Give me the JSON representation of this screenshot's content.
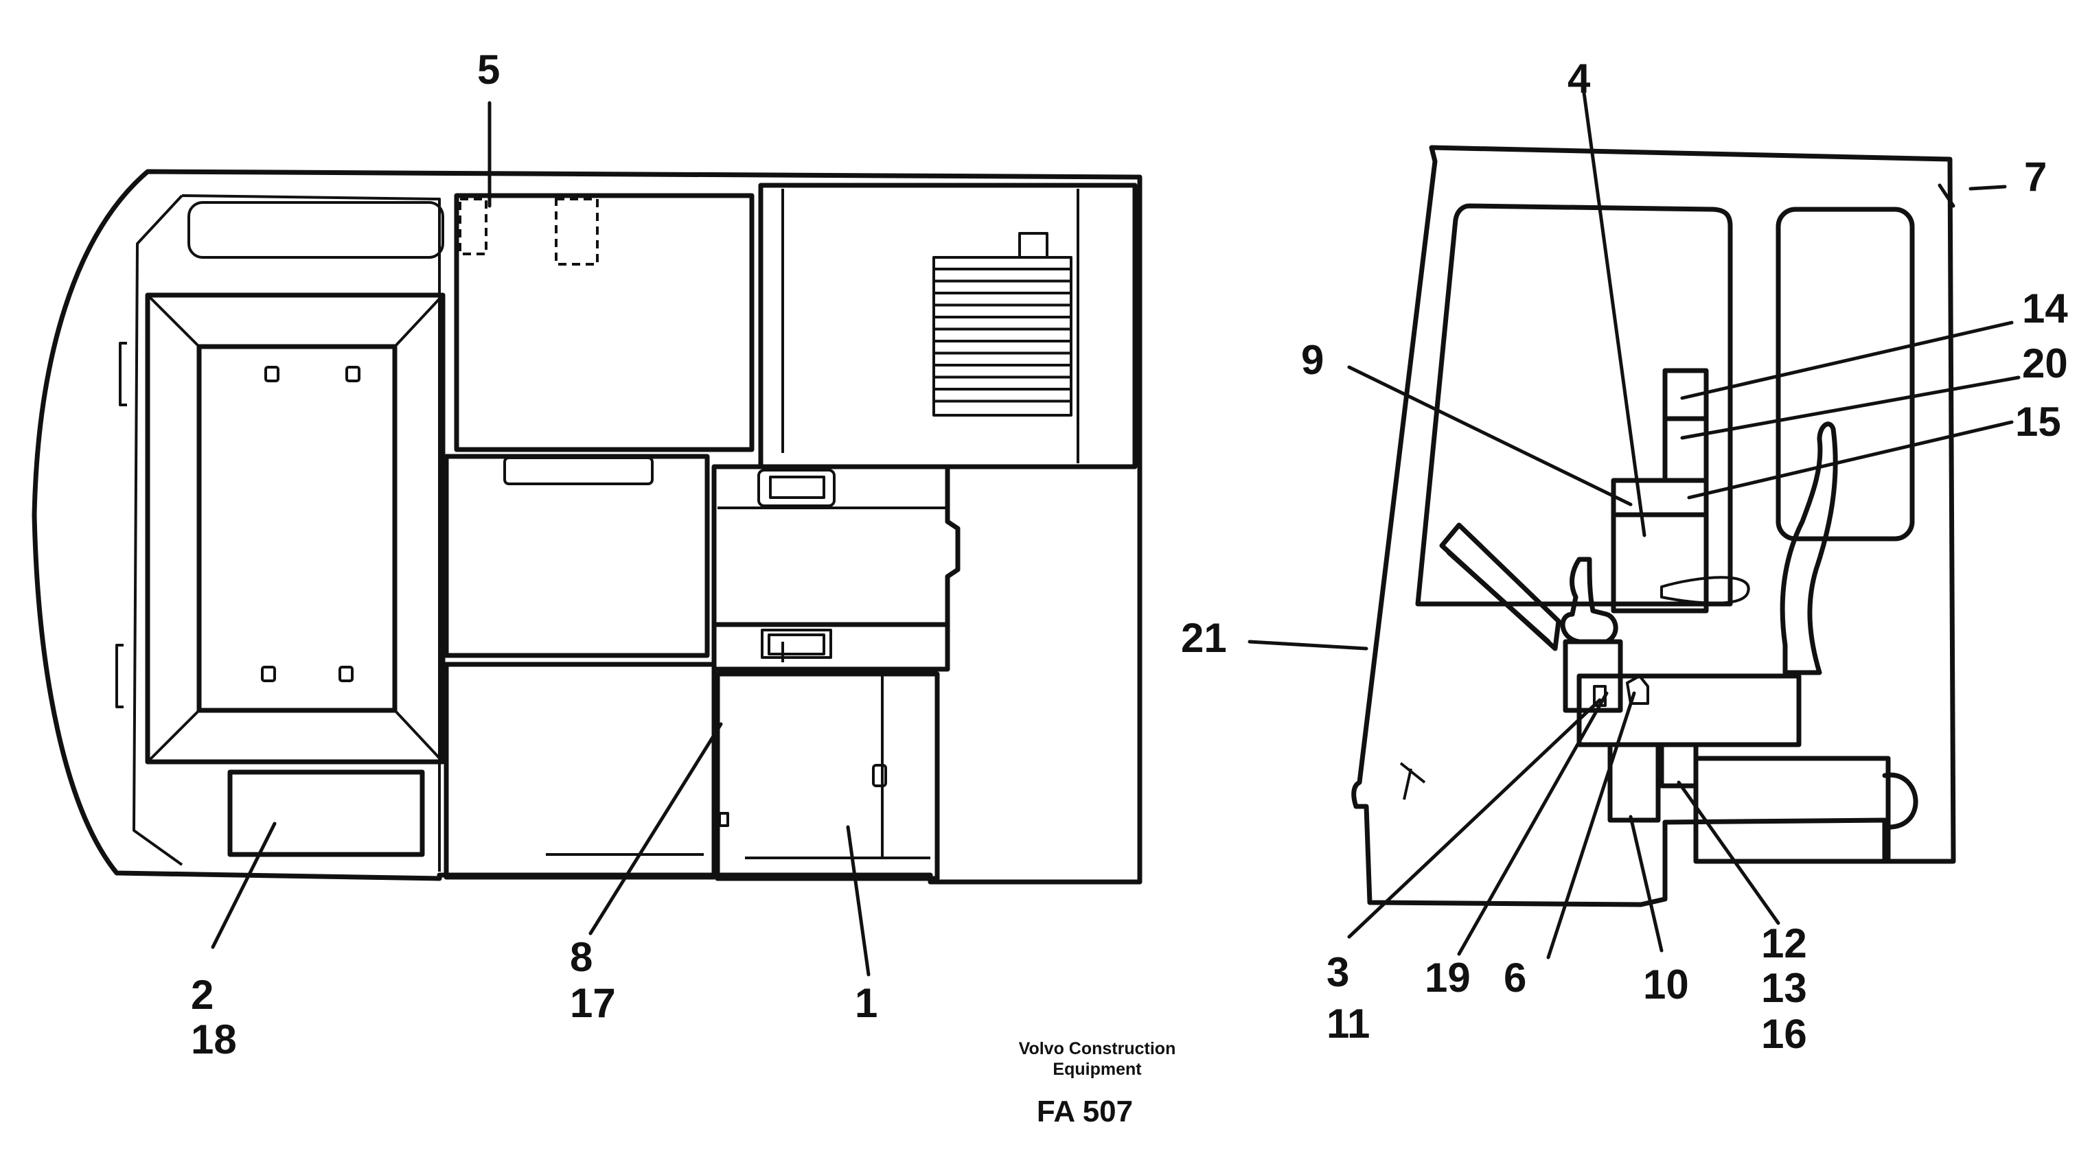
{
  "callouts": {
    "c1": "1",
    "c2": "2",
    "c3": "3",
    "c4": "4",
    "c5": "5",
    "c6": "6",
    "c7": "7",
    "c8": "8",
    "c9": "9",
    "c10": "10",
    "c11": "11",
    "c12": "12",
    "c13": "13",
    "c14": "14",
    "c15": "15",
    "c16": "16",
    "c17": "17",
    "c18": "18",
    "c19": "19",
    "c20": "20",
    "c21": "21"
  },
  "caption": {
    "line1": "Volvo Construction",
    "line2": "Equipment",
    "code": "FA 507"
  }
}
